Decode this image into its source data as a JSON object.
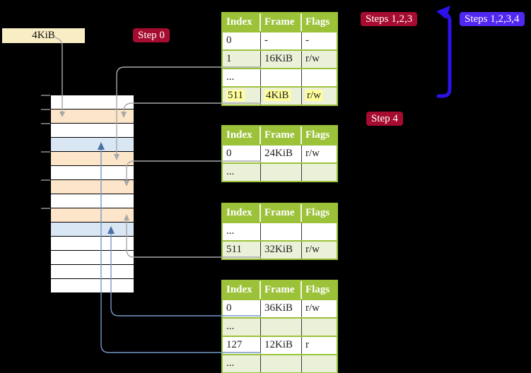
{
  "colors": {
    "background": "#000000",
    "table_header_bg": "#9cc23a",
    "table_border": "#9cc23a",
    "table_row_alt_bg": "#ebf1d9",
    "table_cell_divider": "#3b3b3b",
    "highlight": "#ffff9c",
    "memory_free_bg": "#ffffff",
    "memory_pagetable_bg": "#fce5c9",
    "memory_mapped_bg": "#d9e6f4",
    "memory_border": "#000000",
    "gray_connector": "#a8a8a8",
    "blue_connector": "#7897c8",
    "blue_connector_head": "#4a6fa4",
    "step_label_bg": "#a50c30",
    "steps_all_label_bg": "#5127f2",
    "big_arrow": "#2c12e9",
    "frame_box_bg": "#f9edc4",
    "tick": "#909090"
  },
  "labels": {
    "frame_box": "4KiB",
    "step0": "Step 0",
    "steps123": "Steps 1,2,3",
    "steps1234": "Steps 1,2,3,4",
    "step4": "Step 4"
  },
  "tables": [
    {
      "id": "level-4",
      "columns": [
        "Index",
        "Frame",
        "Flags"
      ],
      "rows": [
        {
          "cells": [
            "0",
            "-",
            "-"
          ]
        },
        {
          "cells": [
            "1",
            "16KiB",
            "r/w"
          ]
        },
        {
          "cells": [
            "...",
            "",
            ""
          ]
        },
        {
          "cells": [
            "511",
            "4KiB",
            "r/w"
          ],
          "highlight": true
        }
      ]
    },
    {
      "id": "level-3",
      "columns": [
        "Index",
        "Frame",
        "Flags"
      ],
      "rows": [
        {
          "cells": [
            "0",
            "24KiB",
            "r/w"
          ]
        },
        {
          "cells": [
            "...",
            "",
            ""
          ]
        }
      ]
    },
    {
      "id": "level-2",
      "columns": [
        "Index",
        "Frame",
        "Flags"
      ],
      "rows": [
        {
          "cells": [
            "...",
            "",
            ""
          ]
        },
        {
          "cells": [
            "511",
            "32KiB",
            "r/w"
          ]
        }
      ]
    },
    {
      "id": "level-1",
      "columns": [
        "Index",
        "Frame",
        "Flags"
      ],
      "rows": [
        {
          "cells": [
            "0",
            "36KiB",
            "r/w"
          ]
        },
        {
          "cells": [
            "...",
            "",
            ""
          ]
        },
        {
          "cells": [
            "127",
            "12KiB",
            "r"
          ]
        },
        {
          "cells": [
            "...",
            "",
            ""
          ]
        }
      ]
    }
  ],
  "memory": {
    "rows": [
      "free",
      "pagetable",
      "free",
      "mapped",
      "pagetable",
      "free",
      "pagetable",
      "free",
      "pagetable",
      "mapped",
      "free",
      "free",
      "free",
      "free"
    ],
    "tick_boundaries": [
      0,
      1,
      2,
      4,
      6,
      8
    ]
  }
}
